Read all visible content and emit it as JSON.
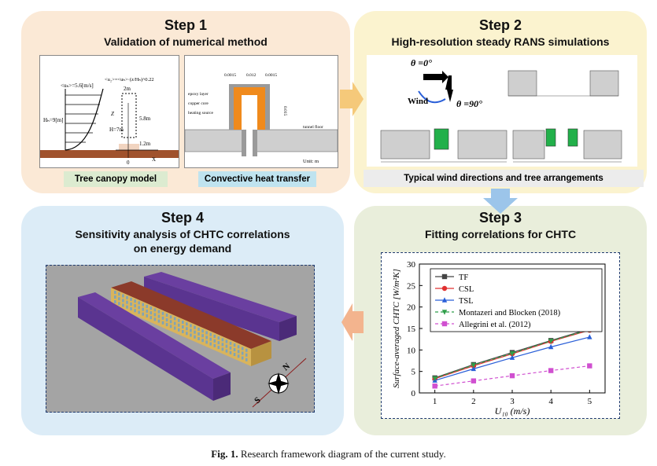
{
  "step1": {
    "title": "Step 1",
    "subtitle": "Validation of numerical method",
    "left_label": "Tree canopy model",
    "right_label": "Convective heat transfer",
    "tree_texts": {
      "uh": "<uₕ>=5.6[m/s]",
      "profile": "<u₂>=<uₕ>·(z/Hₕ)^0.22",
      "hb": "Hₕ=9[m]",
      "z": "Z",
      "h7": "H=7m",
      "d2": "2m",
      "d58": "5.8m",
      "d12": "1.2m",
      "zero": "0",
      "x": "X"
    },
    "heat_texts": {
      "dims": [
        "0.0015",
        "0.012",
        "0.0015"
      ],
      "epoxy": "epoxy layer",
      "copper": "copper core",
      "heating": "heating source",
      "floor": "tunnel floor",
      "vdim": "0.015",
      "unit": "Unit: m"
    }
  },
  "step2": {
    "title": "Step 2",
    "subtitle": "High-resolution steady RANS simulations",
    "theta0": "θ =0°",
    "theta90": "θ =90°",
    "wind": "Wind",
    "banner": "Typical wind directions and tree arrangements"
  },
  "step3": {
    "title": "Step 3",
    "subtitle": "Fitting correlations for CHTC"
  },
  "step4": {
    "title": "Step 4",
    "subtitle_line1": "Sensitivity analysis of CHTC correlations",
    "subtitle_line2": "on energy demand",
    "compass_n": "N",
    "compass_s": "S"
  },
  "caption": {
    "label": "Fig. 1.",
    "text": "Research framework diagram of the current study."
  },
  "chart_data": {
    "type": "line",
    "xlabel": "U₁₀ (m/s)",
    "ylabel": "Surface-averaged CHTC [W/m²K]",
    "x": [
      1,
      2,
      3,
      4,
      5
    ],
    "xlim": [
      0.6,
      5.4
    ],
    "ylim": [
      0,
      30
    ],
    "yticks": [
      0,
      5,
      10,
      15,
      20,
      25,
      30
    ],
    "legend_position": "top-right",
    "series": [
      {
        "name": "TF",
        "values": [
          3.5,
          6.6,
          9.4,
          12.2,
          14.9
        ],
        "color": "#444444",
        "marker": "square",
        "dash": false
      },
      {
        "name": "CSL",
        "values": [
          3.3,
          6.3,
          9.1,
          12.0,
          14.6
        ],
        "color": "#e03030",
        "marker": "circle",
        "dash": false
      },
      {
        "name": "TSL",
        "values": [
          2.9,
          5.6,
          8.2,
          10.7,
          13.0
        ],
        "color": "#2a5fd8",
        "marker": "triangle",
        "dash": false
      },
      {
        "name": "Montazeri and Blocken (2018)",
        "values": [
          3.4,
          6.5,
          9.2,
          12.1,
          14.7
        ],
        "color": "#2f9e4a",
        "marker": "triangle-down",
        "dash": true
      },
      {
        "name": "Allegrini et al. (2012)",
        "values": [
          1.6,
          2.8,
          4.0,
          5.2,
          6.3
        ],
        "color": "#d050d0",
        "marker": "square",
        "dash": true
      }
    ]
  }
}
